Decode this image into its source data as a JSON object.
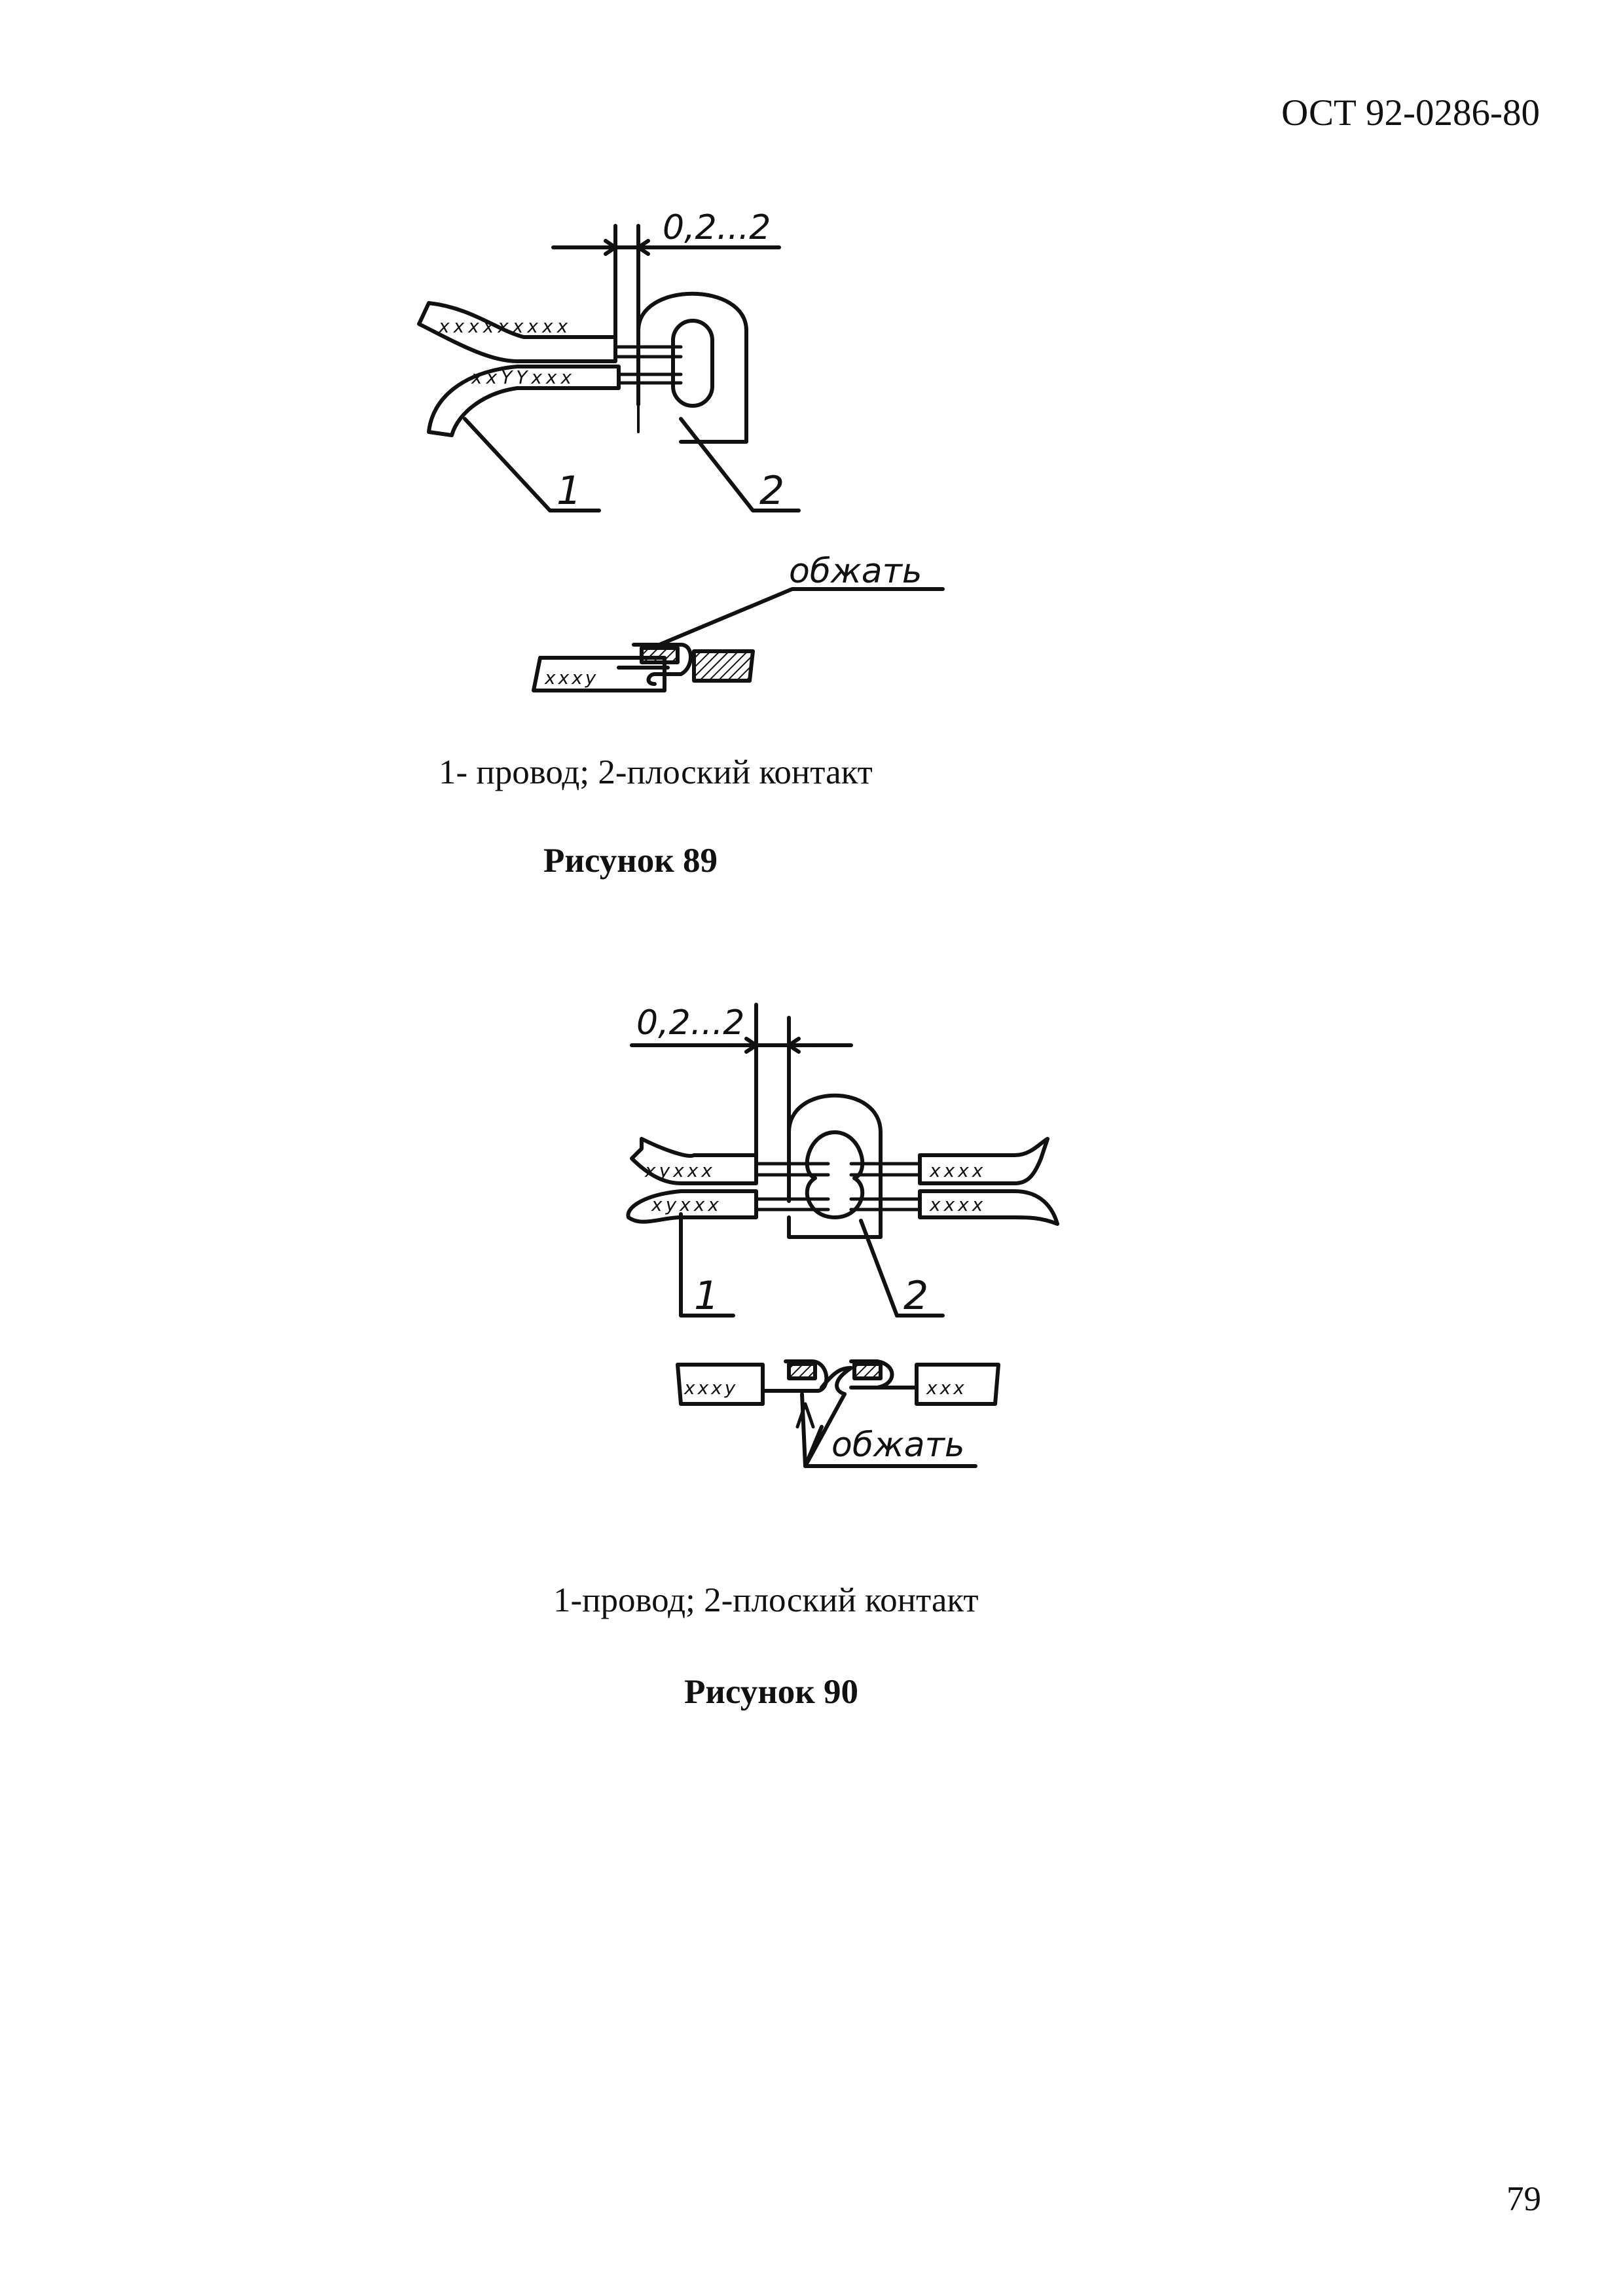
{
  "header": {
    "doc_code": "ОСТ 92-0286-80"
  },
  "figure_89": {
    "dimension_label": "0,2...2",
    "callout_1": "1",
    "callout_2": "2",
    "crimp_label": "обжать",
    "wire_marks_top": "xxxxxxxxx",
    "wire_marks_bottom": "xxYYxxx",
    "crimp_wire_marks": "xxxy",
    "caption": "1- провод; 2-плоский контакт",
    "title": "Рисунок 89"
  },
  "figure_90": {
    "dimension_label": "0,2...2",
    "callout_1": "1",
    "callout_2": "2",
    "crimp_label": "обжать",
    "wire_marks_left_top": "xyxxx",
    "wire_marks_left_bottom": "xyxxx",
    "wire_marks_right_top": "xxxx",
    "wire_marks_right_bottom": "xxxx",
    "crimp_wire_marks_left": "xxxy",
    "crimp_wire_marks_right": "xxx",
    "caption": "1-провод; 2-плоский контакт",
    "title": "Рисунок 90"
  },
  "footer": {
    "page_number": "79"
  }
}
